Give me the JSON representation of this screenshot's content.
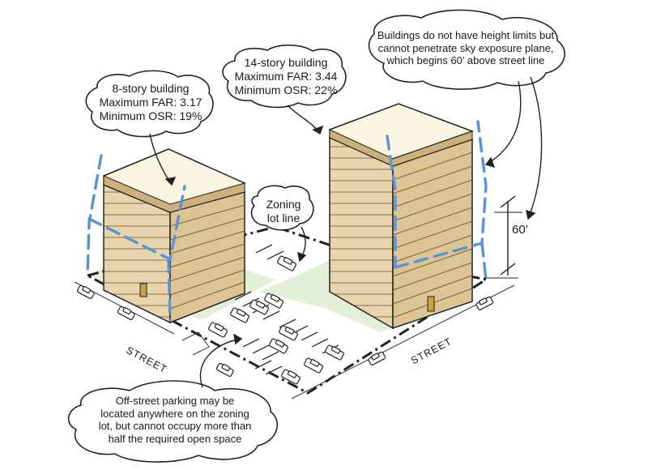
{
  "callouts": {
    "eight_story": {
      "line1": "8-story building",
      "line2": "Maximum FAR: 3.17",
      "line3": "Minimum OSR: 19%"
    },
    "fourteen_story": {
      "line1": "14-story building",
      "line2": "Maximum FAR: 3.44",
      "line3": "Minimum OSR: 22%"
    },
    "height": {
      "line1": "Buildings do not have height limits but",
      "line2": "cannot penetrate sky exposure plane,",
      "line3": "which begins 60’ above street line"
    },
    "zoning": {
      "line1": "Zoning",
      "line2": "lot line"
    },
    "parking": {
      "line1": "Off-street parking may be",
      "line2": "located anywhere on the zoning",
      "line3": "lot, but cannot occupy more than",
      "line4": "half the required open space"
    }
  },
  "labels": {
    "street_left": "STREET",
    "street_right": "STREET",
    "height_dim": "60’"
  },
  "colors": {
    "building_face": "#e9d7b2",
    "building_side": "#dcc495",
    "roof": "#faf6e2",
    "open_space": "#e3efd6",
    "sky_plane": "#5b95d6",
    "outline": "#222222"
  }
}
